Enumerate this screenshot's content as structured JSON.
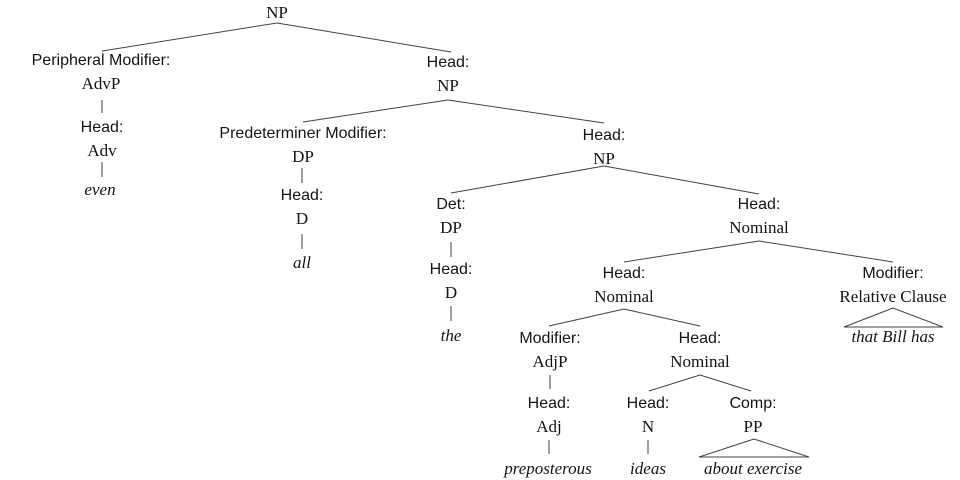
{
  "colors": {
    "background": "#ffffff",
    "text": "#141414",
    "line": "#424242"
  },
  "nodes": {
    "root": {
      "category": "NP"
    },
    "peripheral_modifier_advp": {
      "role": "Peripheral Modifier:",
      "category": "AdvP"
    },
    "advp_head_adv": {
      "role": "Head:",
      "category": "Adv"
    },
    "word_even": {
      "word": "even"
    },
    "head_np_level2": {
      "role": "Head:",
      "category": "NP"
    },
    "predeterminer_modifier_dp": {
      "role": "Predeterminer Modifier:",
      "category": "DP"
    },
    "predet_dp_head_d": {
      "role": "Head:",
      "category": "D"
    },
    "word_all": {
      "word": "all"
    },
    "head_np_level3": {
      "role": "Head:",
      "category": "NP"
    },
    "det_dp": {
      "role": "Det:",
      "category": "DP"
    },
    "det_dp_head_d": {
      "role": "Head:",
      "category": "D"
    },
    "word_the": {
      "word": "the"
    },
    "head_nominal_level4": {
      "role": "Head:",
      "category": "Nominal"
    },
    "head_nominal_level5": {
      "role": "Head:",
      "category": "Nominal"
    },
    "modifier_relative_clause": {
      "role": "Modifier:",
      "category": "Relative Clause"
    },
    "word_that_bill_has": {
      "word": "that Bill has"
    },
    "modifier_adjp": {
      "role": "Modifier:",
      "category": "AdjP"
    },
    "head_nominal_level6": {
      "role": "Head:",
      "category": "Nominal"
    },
    "adjp_head_adj": {
      "role": "Head:",
      "category": "Adj"
    },
    "word_preposterous": {
      "word": "preposterous"
    },
    "head_n": {
      "role": "Head:",
      "category": "N"
    },
    "word_ideas": {
      "word": "ideas"
    },
    "comp_pp": {
      "role": "Comp:",
      "category": "PP"
    },
    "word_about_exercise": {
      "word": "about exercise"
    }
  }
}
